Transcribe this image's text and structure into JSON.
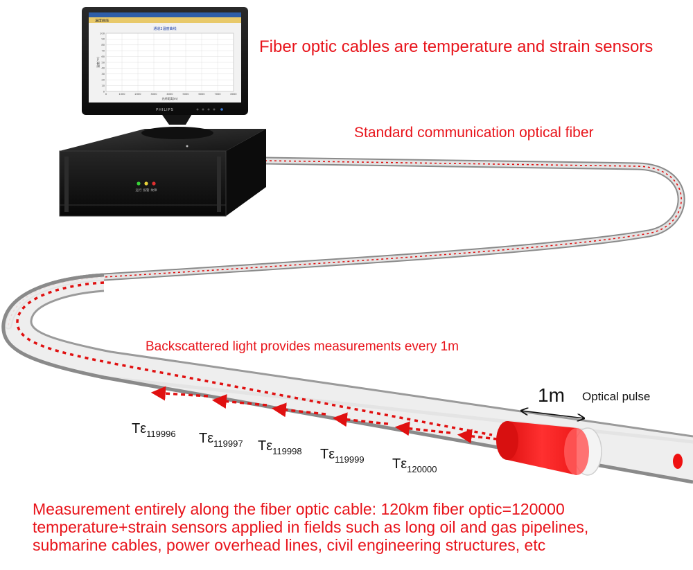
{
  "title_top": "Fiber optic cables are temperature and strain sensors",
  "label_fiber": "Standard communication optical fiber",
  "label_backscatter": "Backscattered light provides measurements every 1m",
  "pulse_length_label": "1m",
  "optical_pulse_label": "Optical pulse",
  "sensor_points": [
    {
      "symbol": "Tε",
      "index": "119996"
    },
    {
      "symbol": "Tε",
      "index": "119997"
    },
    {
      "symbol": "Tε",
      "index": "119998"
    },
    {
      "symbol": "Tε",
      "index": "119999"
    },
    {
      "symbol": "Tε",
      "index": "120000"
    }
  ],
  "bottom_lines": [
    "Measurement entirely along the fiber optic cable: 120km fiber optic=120000",
    "temperature+strain sensors applied in fields such as long oil and gas pipelines,",
    "submarine cables, power overhead lines, civil engineering structures, etc"
  ],
  "monitor": {
    "brand": "PHILIPS",
    "screen_title": "温度曲线",
    "chart_title": "通道2温度曲线",
    "y_axis_label": "温度(℃)",
    "x_axis_label": "光纤距离(m)",
    "y_ticks": [
      "100",
      "90",
      "80",
      "70",
      "60",
      "50",
      "40",
      "30",
      "20",
      "10",
      "0"
    ],
    "x_ticks": [
      "0",
      "1000",
      "2000",
      "3000",
      "4000",
      "5000",
      "6000",
      "7000",
      "8000"
    ]
  },
  "chassis_leds": [
    "运行",
    "报警",
    "故障"
  ],
  "colors": {
    "text_red": "#e8141b",
    "pulse_red": "#f21c1c",
    "dashed_red": "#e01010",
    "cable_outer": "#9c9c9c",
    "chassis": "#1b1b1b"
  }
}
